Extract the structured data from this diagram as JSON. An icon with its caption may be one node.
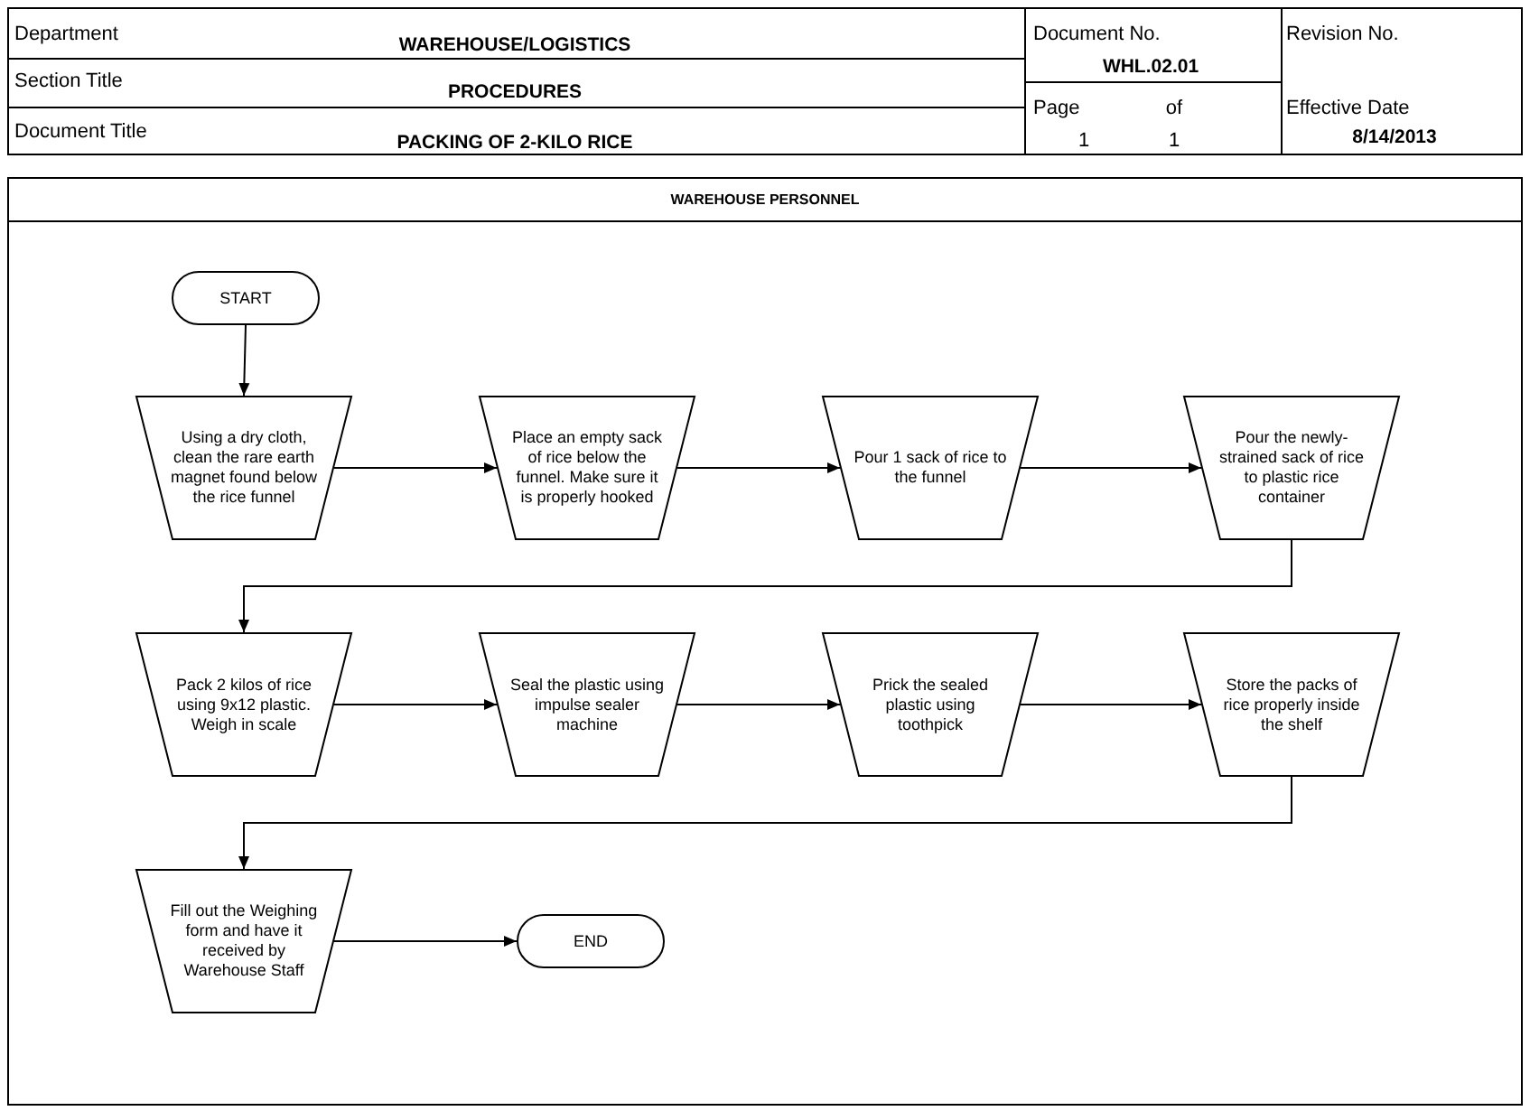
{
  "diagram": {
    "nodes": [
      {
        "text": [
          "WAREHOUSE PERSONNEL"
        ]
      },
      {
        "text": [
          "START"
        ],
        "in": 0
      },
      {
        "text": [
          "Using a dry cloth, clean the rare earth magnet found below the rice funnel"
        ],
        "in": 0
      },
      {
        "text": [
          "Place an empty sack of rice below the funnel. Make sure it is properly hooked"
        ],
        "in": 0
      },
      {
        "text": [
          "Pour 1 sack of rice to the funnel"
        ],
        "in": 0
      },
      {
        "text": [
          "Pour the newly-strained sack of rice to plastic rice container"
        ],
        "in": 0
      },
      {
        "text": [
          "Pack 2 kilos of rice using 9x12 plastic. Weigh in scale"
        ],
        "in": 0
      },
      {
        "text": [
          "Seal the plastic using impulse sealer machine"
        ],
        "in": 0
      },
      {
        "text": [
          "Prick the sealed plastic using toothpick"
        ],
        "in": 0
      },
      {
        "text": [
          "Store the packs of rice properly inside the shelf"
        ],
        "in": 0
      },
      {
        "text": [
          "Fill out the Weighing form and have it received by Warehouse Staff"
        ],
        "in": 0
      },
      {
        "text": [
          "END"
        ],
        "in": 0
      }
    ],
    "edges": [
      {
        "from": 1,
        "to": 2,
        "arrow": "to"
      },
      {
        "from": 2,
        "to": 3,
        "arrow": "to"
      },
      {
        "from": 3,
        "to": 4,
        "arrow": "to"
      },
      {
        "from": 4,
        "to": 5,
        "arrow": "to"
      },
      {
        "from": 5,
        "to": 6,
        "arrow": "to"
      },
      {
        "from": 6,
        "to": 7,
        "arrow": "to"
      },
      {
        "from": 7,
        "to": 8,
        "arrow": "to"
      },
      {
        "from": 8,
        "to": 9,
        "arrow": "to"
      },
      {
        "from": 9,
        "to": 10,
        "arrow": "to"
      },
      {
        "from": 10,
        "to": 11,
        "arrow": "to"
      }
    ],
    "labels": [
      "Department",
      "WAREHOUSE/LOGISTICS",
      "Document No.",
      "Revision No.",
      "WHL.02.01",
      "Section Title",
      "PROCEDURES",
      "Page",
      "of",
      "Effective Date",
      "Document Title",
      "PACKING OF 2-KILO RICE",
      "1",
      "1",
      "8/14/2013"
    ]
  }
}
